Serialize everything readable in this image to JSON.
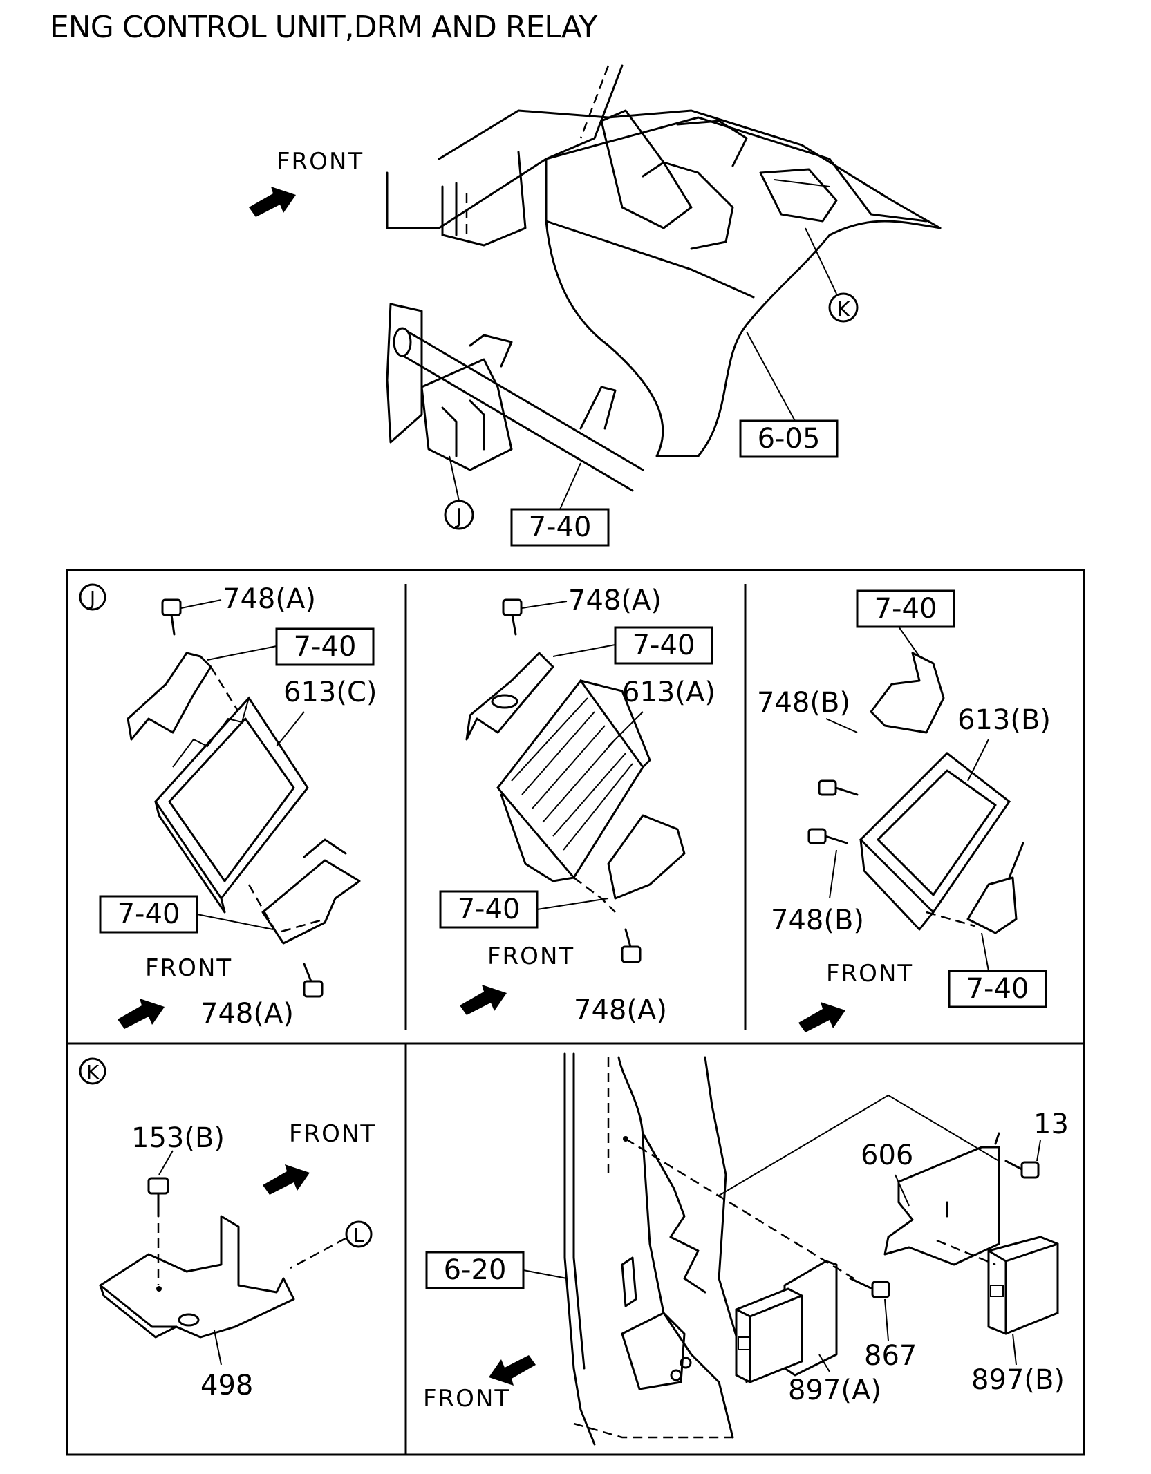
{
  "title": "ENG CONTROL UNIT,DRM AND RELAY",
  "overview": {
    "front": "FRONT",
    "callout_k": "K",
    "callout_j": "J",
    "ref_605": "6-05",
    "ref_740": "7-40"
  },
  "panel_j": {
    "marker": "J",
    "left": {
      "bolt_top": "748(A)",
      "ref_top": "7-40",
      "unit": "613(C)",
      "ref_bottom": "7-40",
      "front": "FRONT",
      "bolt_bottom": "748(A)"
    },
    "middle": {
      "bolt_top": "748(A)",
      "ref_top": "7-40",
      "unit": "613(A)",
      "ref_bottom": "7-40",
      "front": "FRONT",
      "bolt_bottom": "748(A)"
    },
    "right": {
      "ref_top": "7-40",
      "bolt_top": "748(B)",
      "unit": "613(B)",
      "bolt_bottom": "748(B)",
      "front": "FRONT",
      "ref_bottom": "7-40"
    }
  },
  "panel_k": {
    "marker": "K",
    "bolt": "153(B)",
    "front": "FRONT",
    "callout_l": "L",
    "bracket": "498"
  },
  "panel_relay": {
    "ref_620": "6-20",
    "front": "FRONT",
    "part_13": "13",
    "part_606": "606",
    "part_867": "867",
    "relay_a": "897(A)",
    "relay_b": "897(B)"
  },
  "icons": [
    "front-arrow-icon",
    "bolt-icon",
    "callout-circle-icon"
  ]
}
